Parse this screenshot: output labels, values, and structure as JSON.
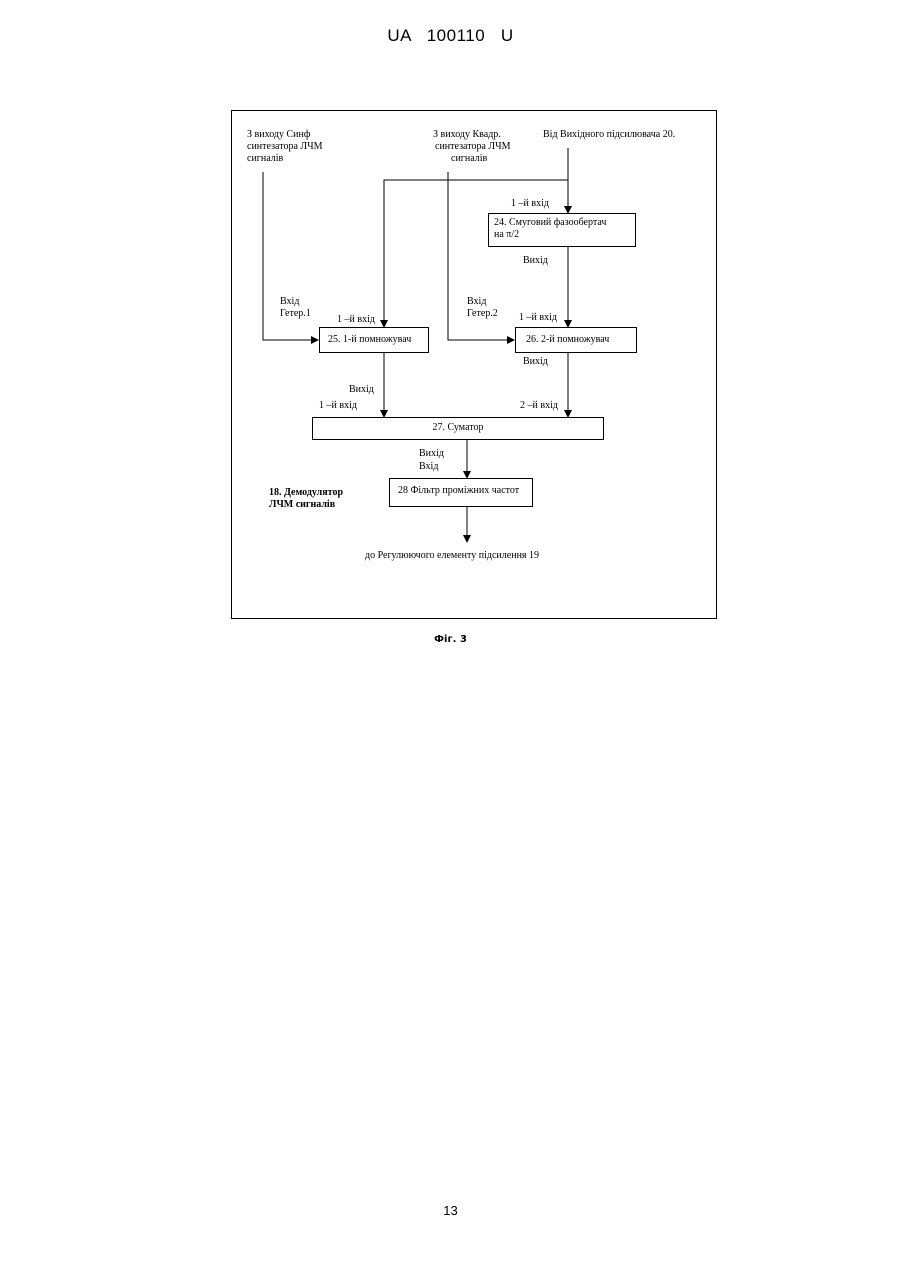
{
  "page": {
    "header": "UA   100110   U",
    "number": "13"
  },
  "figure": {
    "caption": "Фіг. 3",
    "inputs": {
      "sin_synth": [
        "З виходу  Синф",
        "синтезатора ЛЧМ",
        "сигналів"
      ],
      "quad_synth": [
        "З виходу  Квадр.",
        "синтезатора  ЛЧМ",
        "сигналів"
      ],
      "from_amplifier": "Від  Вихідного підсилювача 20."
    },
    "blocks": {
      "phase_shifter": [
        "24. Смуговий фазообертач",
        "на π/2"
      ],
      "multiplier_1": "25. 1-й помножувач",
      "multiplier_2": "26. 2-й помножувач",
      "adder": "27.   Суматор",
      "filter": "28  Фільтр проміжних частот"
    },
    "labels": {
      "ps_input": "1 –й вхід",
      "ps_output": "Вихід",
      "het1": [
        "Вхід",
        "Гетер.1"
      ],
      "m1_input": "1 –й вхід",
      "het2": [
        "Вхід",
        "Гетер.2"
      ],
      "m2_input": "1 –й вхід",
      "m1_output": "Вихід",
      "m2_output": "Вихід",
      "adder_input_1": "1 –й вхід",
      "adder_input_2": "2 –й вхід",
      "adder_output": "Вихід",
      "filter_input": "Вхід",
      "demodulator": [
        "18. Демодулятор",
        "ЛЧМ сигналів"
      ],
      "destination": "до  Регулюючого елементу підсилення 19"
    }
  }
}
